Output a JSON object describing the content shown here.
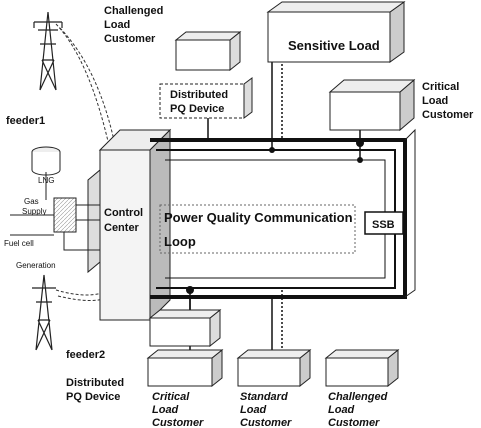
{
  "labels": {
    "challenged_top": [
      "Challenged",
      "Load",
      "Customer"
    ],
    "sensitive_load": "Sensitive Load",
    "critical_top": [
      "Critical",
      "Load",
      "Customer"
    ],
    "distributed_pq_top": [
      "Distributed",
      "PQ Device"
    ],
    "feeder1": "feeder1",
    "feeder2": "feeder2",
    "control_center": [
      "Control",
      "Center"
    ],
    "pq_loop": [
      "Power Quality Communication",
      "Loop"
    ],
    "ssb": "SSB",
    "gas_supply": [
      "Gas",
      "Supply"
    ],
    "fuel_cell": "Fuel cell",
    "generation": "Generation",
    "lng": "LNG",
    "distributed_pq_bottom": [
      "Distributed",
      "PQ Device"
    ],
    "critical_bottom": [
      "Critical",
      "Load",
      "Customer"
    ],
    "standard_bottom": [
      "Standard",
      "Load",
      "Customer"
    ],
    "challenged_bottom": [
      "Challenged",
      "Load",
      "Customer"
    ]
  }
}
